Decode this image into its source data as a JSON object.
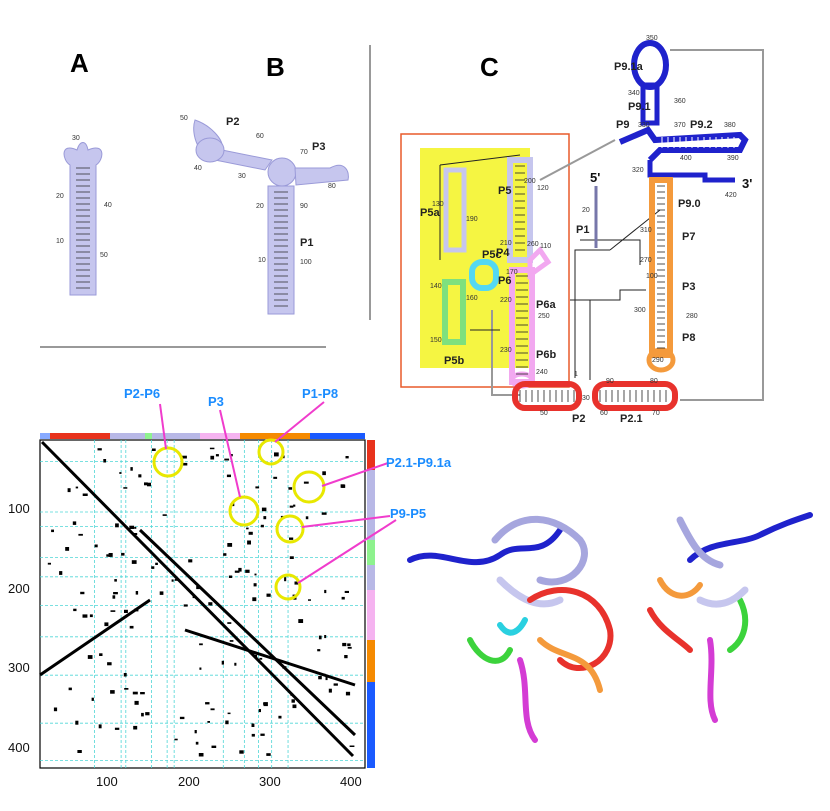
{
  "panels": {
    "a": "A",
    "b": "B",
    "c": "C"
  },
  "panel_a": {
    "numbers": [
      "30",
      "20",
      "40",
      "10",
      "50"
    ]
  },
  "panel_b": {
    "helices": [
      "P2",
      "P3",
      "P1"
    ],
    "numbers": [
      "50",
      "60",
      "70",
      "40",
      "30",
      "80",
      "20",
      "90",
      "10",
      "100"
    ]
  },
  "panel_c": {
    "helices": [
      "P9.1a",
      "P9.1",
      "P9",
      "P9.2",
      "P9.0",
      "P5",
      "P5a",
      "P5c",
      "P4",
      "P6",
      "P6a",
      "P6b",
      "P5b",
      "P7",
      "P3",
      "P8",
      "P1",
      "P2",
      "P2.1"
    ],
    "ends": [
      "5'",
      "3'"
    ],
    "numbers": [
      "350",
      "340",
      "360",
      "330",
      "370",
      "380",
      "320",
      "400",
      "390",
      "420",
      "310",
      "120",
      "130",
      "200",
      "190",
      "210",
      "260",
      "110",
      "170",
      "140",
      "160",
      "220",
      "250",
      "150",
      "230",
      "240",
      "270",
      "100",
      "280",
      "300",
      "290",
      "20",
      "50",
      "30",
      "90",
      "60",
      "70",
      "80",
      "1"
    ]
  },
  "contact_map": {
    "x_ticks": [
      "100",
      "200",
      "300",
      "400"
    ],
    "y_ticks": [
      "100",
      "200",
      "300",
      "400"
    ],
    "annotations": [
      "P2-P6",
      "P3",
      "P1-P8",
      "P2.1-P9.1a",
      "P9-P5"
    ],
    "domain_colors": [
      "#e8321c",
      "#b8b8e6",
      "#8ef28e",
      "#b8b8e6",
      "#f5b3f0",
      "#f58a00",
      "#1a5aff"
    ]
  },
  "colors": {
    "light_blue": "#c6c6ee",
    "dark_blue": "#1f22cc",
    "orange": "#f49a3c",
    "pink": "#f2a8f0",
    "green": "#7ee07e",
    "cyan": "#54d8f2",
    "red": "#e8322c",
    "yellow": "#f5f542",
    "annot_blue": "#1a8cff",
    "annot_magenta": "#f03ccc"
  }
}
